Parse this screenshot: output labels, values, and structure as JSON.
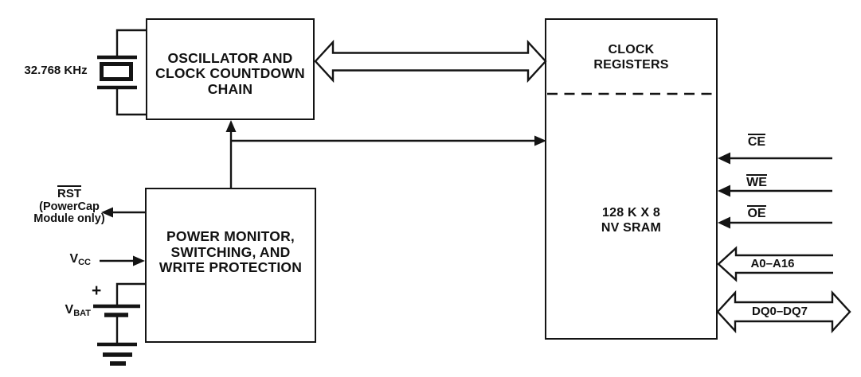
{
  "colors": {
    "ink": "#141414",
    "paper": "#ffffff"
  },
  "crystal": {
    "frequency_label": "32.768 KHz"
  },
  "blocks": {
    "oscillator": {
      "line1": "OSCILLATOR AND",
      "line2": "CLOCK COUNTDOWN",
      "line3": "CHAIN"
    },
    "power_monitor": {
      "line1": "POWER MONITOR,",
      "line2": "SWITCHING, AND",
      "line3": "WRITE PROTECTION"
    },
    "clock_registers": {
      "line1": "CLOCK",
      "line2": "REGISTERS"
    },
    "nv_sram": {
      "line1": "128 K X 8",
      "line2": "NV SRAM"
    }
  },
  "left_signals": {
    "rst": {
      "name": "RST",
      "note1": "(PowerCap",
      "note2": "Module only)"
    },
    "vcc": {
      "main": "V",
      "sub": "CC"
    },
    "vbat": {
      "main": "V",
      "sub": "BAT"
    },
    "battery_plus": "+"
  },
  "right_signals": {
    "ce": "CE",
    "we": "WE",
    "oe": "OE",
    "address_bus": "A0–A16",
    "data_bus": "DQ0–DQ7"
  }
}
